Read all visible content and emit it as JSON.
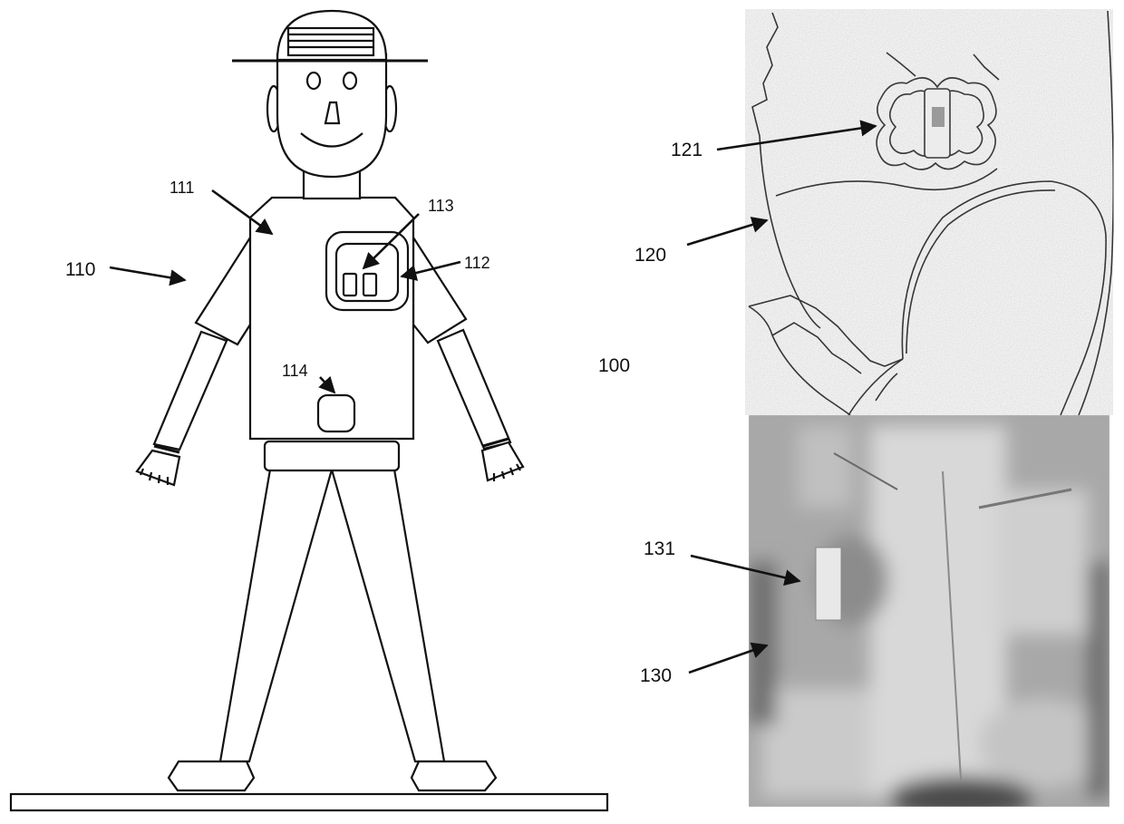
{
  "labels": {
    "system": "100",
    "person": "110",
    "shirt": "111",
    "pocket": "112",
    "pocket_device": "113",
    "waist_device": "114",
    "skin_photo": "120",
    "skin_patch": "121",
    "xray_image": "130",
    "implant": "131"
  },
  "colors": {
    "line": "#111111",
    "background": "#ffffff",
    "xray_gray": "#9a9a9a"
  }
}
